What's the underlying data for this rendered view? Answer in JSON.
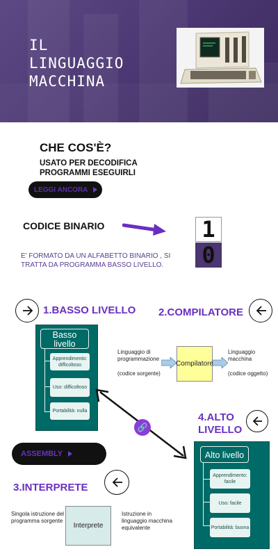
{
  "hero": {
    "title": "IL\nLINGUAGGIO\nMACCHINA"
  },
  "intro": {
    "title": "CHE COS'È?",
    "description": "USATO PER DECODIFICA PROGRAMMI ESEGUIRLI",
    "read_more_label": "LEGGI ANCORA"
  },
  "binary": {
    "title": "CODICE BINARIO",
    "description": "E' FORMATO DA UN ALFABETTO BINARIO , SI TRATTA DA  PROGRAMMA  BASSO LIVELLO.",
    "digits": [
      "1",
      "0"
    ]
  },
  "low_level": {
    "heading": "1.BASSO LIVELLO",
    "panel_title": "Basso livello",
    "cards": [
      "Apprendimento: difficoltoso",
      "Uso: difficoltoso",
      "Portabilità: nulla"
    ]
  },
  "compiler": {
    "heading": "2.COMPILATORE",
    "input_label": "Linguaggio di programmazione",
    "input_note": "(codice sorgente)",
    "box_label": "Compilatore",
    "output_label": "Linguaggio macchina",
    "output_note": "(codice oggetto)"
  },
  "assembly": {
    "label": "ASSEMBLY"
  },
  "interpreter": {
    "heading": "3.INTERPRETE",
    "input_label": "Singola istruzione del programma sorgente",
    "box_label": "Interprete",
    "output_label": "Istruzione in linguaggio macchina equivalente"
  },
  "high_level": {
    "heading": "4.ALTO LIVELLO",
    "panel_title": "Alto livello",
    "cards": [
      "Apprendimento: facile",
      "Uso: facile",
      "Portabilità: buona"
    ]
  },
  "colors": {
    "purple": "#6a2fc0",
    "hero": "#4a3670",
    "teal": "#006a66"
  }
}
